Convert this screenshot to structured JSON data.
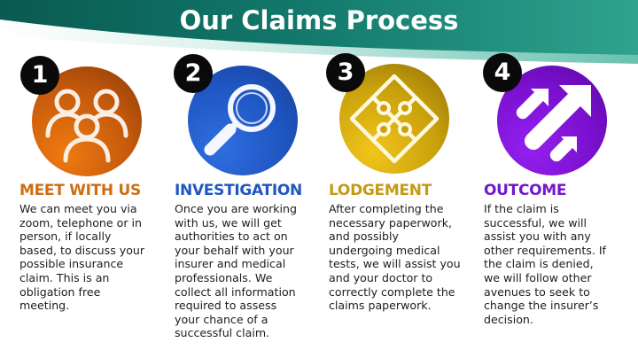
{
  "header": {
    "title": "Our Claims Process",
    "colors": {
      "dark_teal": "#0b5e54",
      "light_teal": "#2fa38e",
      "pale_teal": "#bfe5dc"
    }
  },
  "steps": [
    {
      "number": "1",
      "title": "MEET WITH US",
      "icon": "people-group-icon",
      "color": "#c65a0a",
      "title_color": "#cf6d12",
      "body_lines": [
        "We can meet you via",
        "zoom, telephone or in",
        "person, if locally",
        "based, to discuss your",
        "possible insurance",
        "claim. This is an",
        "obligation free",
        "meeting."
      ]
    },
    {
      "number": "2",
      "title": "INVESTIGATION",
      "icon": "magnifying-glass-icon",
      "color": "#1f56c2",
      "title_color": "#2057c1",
      "body_lines": [
        "Once you are working",
        "with us, we will get",
        "authorities to act on",
        "your behalf with your",
        "insurer and medical",
        "professionals. We",
        "collect all information",
        "required to assess",
        "your chance of a",
        "successful claim."
      ]
    },
    {
      "number": "3",
      "title": "LODGEMENT",
      "icon": "puzzle-pieces-icon",
      "color": "#c9a10c",
      "title_color": "#c49b14",
      "body_lines": [
        "After completing the",
        "necessary paperwork,",
        "and possibly",
        "undergoing  medical",
        "tests, we will assist you",
        "and your doctor to",
        "correctly complete the",
        "claims paperwork."
      ]
    },
    {
      "number": "4",
      "title": "OUTCOME",
      "icon": "arrows-up-right-icon",
      "color": "#7a10cf",
      "title_color": "#7416c9",
      "body_lines": [
        "If the claim is",
        "successful, we will",
        "assist you with any",
        "other requirements. If",
        "the claim is denied,",
        "we will follow other",
        "avenues to seek to",
        "change the insurer’s",
        "decision."
      ]
    }
  ]
}
